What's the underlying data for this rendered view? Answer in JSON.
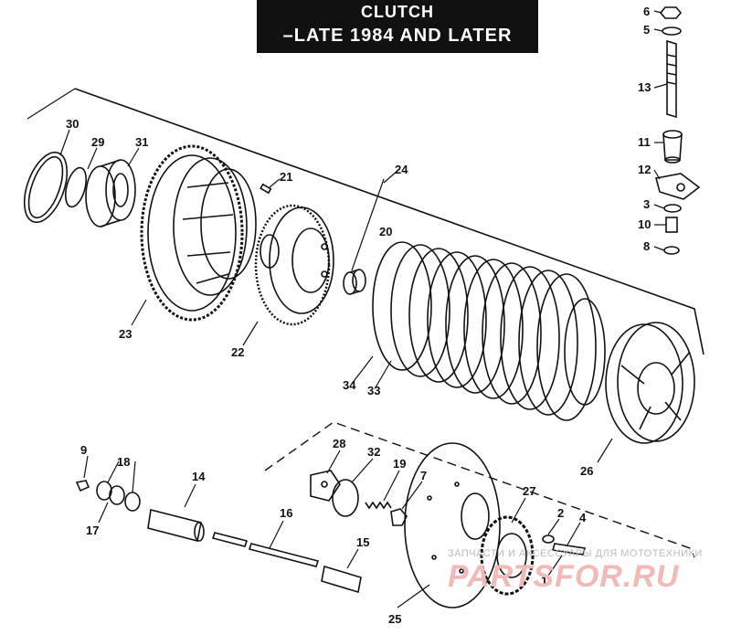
{
  "title": {
    "line1": "CLUTCH",
    "line2": "–LATE 1984 AND LATER"
  },
  "watermark": {
    "text": "ЗАПЧАСТИ И АКСЕССУАРЫ ДЛЯ МОТОТЕХНИКИ",
    "logo": "PARTSFOR.RU"
  },
  "part_labels": [
    "1",
    "2",
    "3",
    "4",
    "5",
    "6",
    "7",
    "8",
    "9",
    "10",
    "11",
    "12",
    "13",
    "14",
    "15",
    "16",
    "17",
    "18",
    "19",
    "20",
    "21",
    "22",
    "23",
    "24",
    "25",
    "26",
    "27",
    "28",
    "29",
    "30",
    "31",
    "32",
    "33",
    "34"
  ],
  "colors": {
    "ink": "#111111",
    "title_bg": "#111111",
    "title_text": "#ffffff",
    "watermark_logo": "#f2b9b9",
    "watermark_text": "#bdbdbd"
  }
}
